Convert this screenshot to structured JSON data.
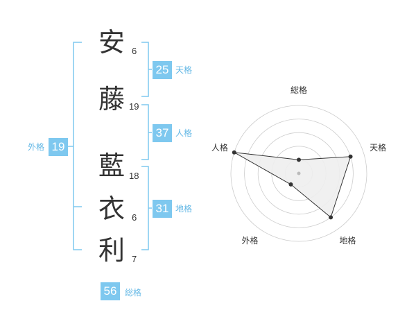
{
  "name": {
    "chars": [
      {
        "char": "安",
        "strokes": "6"
      },
      {
        "char": "藤",
        "strokes": "19"
      },
      {
        "char": "藍",
        "strokes": "18"
      },
      {
        "char": "衣",
        "strokes": "6"
      },
      {
        "char": "利",
        "strokes": "7"
      }
    ]
  },
  "fortune": {
    "tenkaku": {
      "value": "25",
      "label": "天格"
    },
    "jinkaku": {
      "value": "37",
      "label": "人格"
    },
    "chikaku": {
      "value": "31",
      "label": "地格"
    },
    "gaikaku": {
      "value": "19",
      "label": "外格"
    },
    "soukaku": {
      "value": "56",
      "label": "総格"
    }
  },
  "colors": {
    "bracket": "#7ec8ef",
    "badge": "#7ec8ef",
    "label": "#66b9e6",
    "grid": "#cccccc",
    "fill": "#eeeeee",
    "line": "#333333"
  },
  "chart_data": {
    "type": "radar",
    "axes": [
      "総格",
      "天格",
      "地格",
      "外格",
      "人格"
    ],
    "values": [
      1,
      4,
      4,
      1,
      5
    ],
    "rmax": 5,
    "rings": 5
  }
}
